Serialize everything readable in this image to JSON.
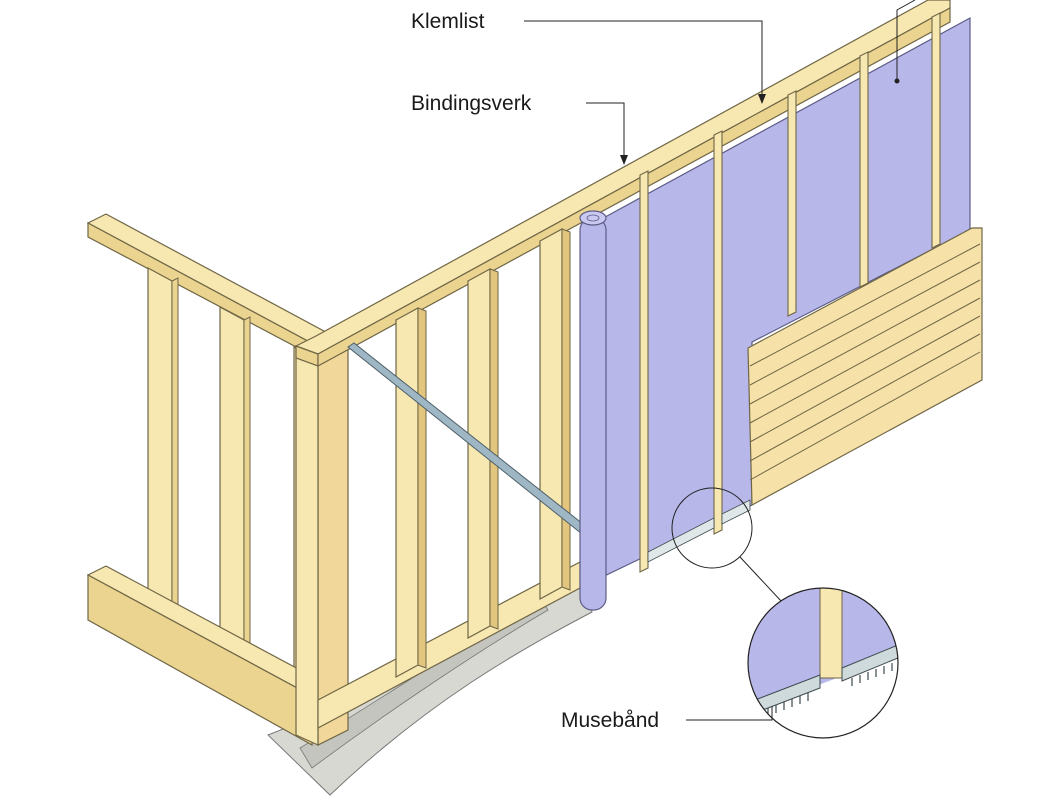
{
  "labels": {
    "klemlist": "Klemlist",
    "bindingsverk": "Bindingsverk",
    "musebaand": "Musebånd"
  },
  "colors": {
    "timber": "#f7e7b0",
    "timber_side": "#ead490",
    "timber_outline": "#6f6646",
    "wind_barrier": "#b7b7ea",
    "wind_barrier_outline": "#5c5c86",
    "cladding": "#f6e2a8",
    "diagonal_brace": "#9fb7c4",
    "ground_membrane": "#d8d8d2",
    "leader_line": "#222222"
  }
}
